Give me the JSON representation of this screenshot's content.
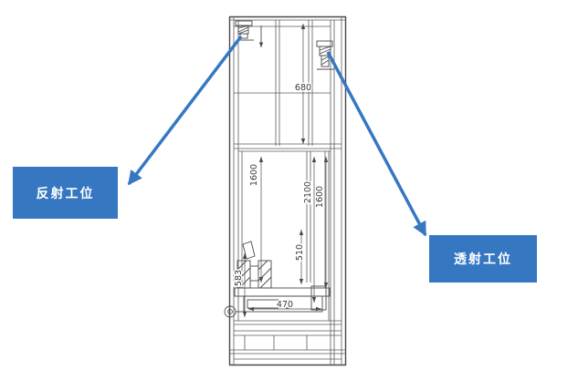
{
  "callouts": {
    "reflection": {
      "text": "反射工位"
    },
    "transmission": {
      "text": "透射工位"
    }
  },
  "colors": {
    "callout_blue": "#3577C1",
    "drawing_line": "#4a4a4a"
  },
  "drawing": {
    "dimensions": {
      "top_height": "680",
      "left_height": "1600",
      "center_height": "2100",
      "right_height": "1600",
      "mid_height": "510",
      "lower_height": "583",
      "base_width": "470"
    }
  }
}
